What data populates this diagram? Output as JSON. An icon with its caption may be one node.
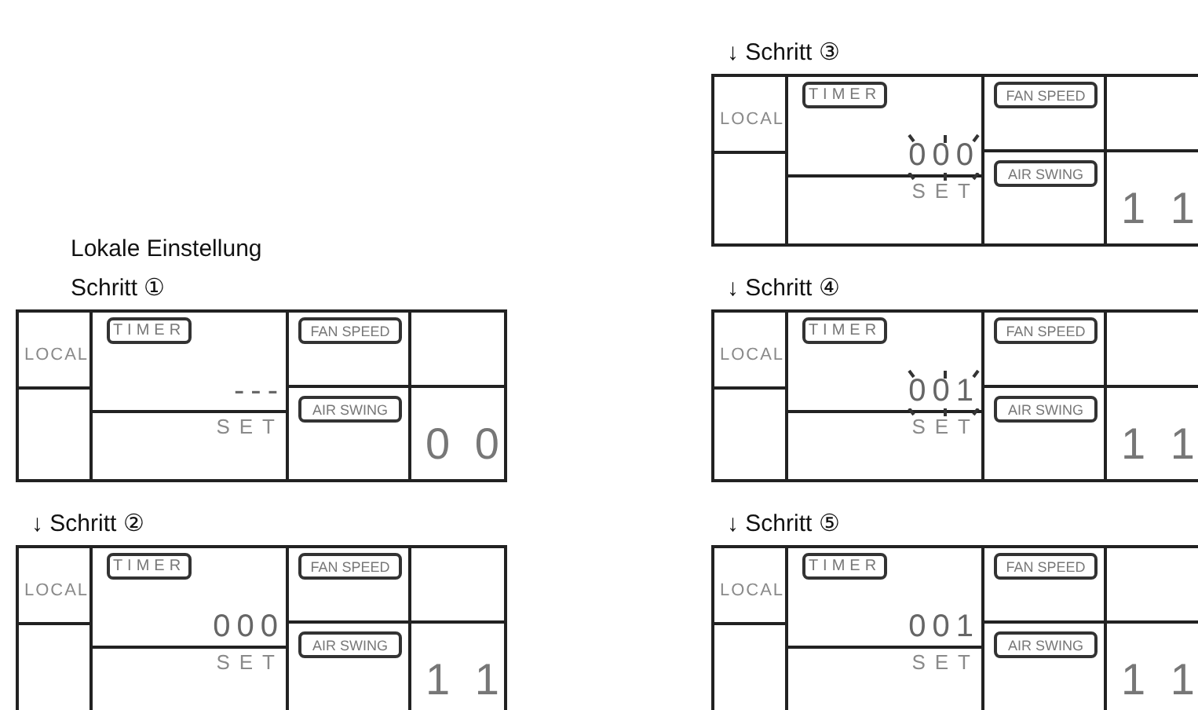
{
  "diagram": {
    "nodes": [
      {
        "text": [
          "LOCAL",
          "TIMER",
          "---",
          "SET",
          "FAN SPEED",
          "AIR SWING",
          "0 0"
        ],
        "beside": [
          "Lokale Einstellung",
          "Schritt ①"
        ]
      },
      {
        "text": [
          "LOCAL",
          "TIMER",
          "000",
          "SET",
          "FAN SPEED",
          "AIR SWING",
          "1 1"
        ],
        "beside": [
          "↓ Schritt ②"
        ]
      },
      {
        "text": [
          "LOCAL",
          "TIMER",
          "000",
          "SET",
          "FAN SPEED",
          "AIR SWING",
          "1 1"
        ],
        "beside": [
          "↓ Schritt ③"
        ]
      },
      {
        "text": [
          "LOCAL",
          "TIMER",
          "001",
          "SET",
          "FAN SPEED",
          "AIR SWING",
          "1 1"
        ],
        "beside": [
          "↓ Schritt ④"
        ]
      },
      {
        "text": [
          "LOCAL",
          "TIMER",
          "001",
          "SET",
          "FAN SPEED",
          "AIR SWING",
          "1 1"
        ],
        "beside": [
          "↓ Schritt ⑤"
        ]
      }
    ]
  }
}
